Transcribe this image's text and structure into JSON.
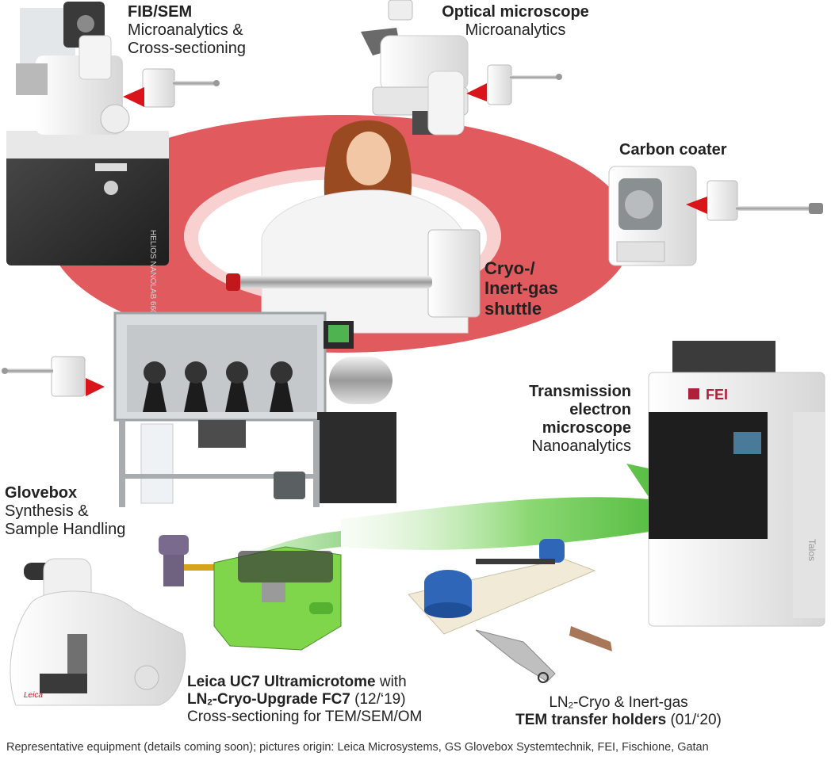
{
  "labels": {
    "fib_sem": {
      "title": "FIB/SEM",
      "line1": "Microanalytics &",
      "line2": "Cross-sectioning"
    },
    "optical": {
      "title": "Optical microscope",
      "line1": "Microanalytics"
    },
    "carbon": {
      "title": "Carbon coater"
    },
    "shuttle": {
      "line1": "Cryo-/",
      "line2": "Inert-gas",
      "line3": "shuttle"
    },
    "tem": {
      "line1": "Transmission",
      "line2": "electron",
      "line3": "microscope",
      "line4": "Nanoanalytics"
    },
    "glovebox": {
      "title": "Glovebox",
      "line1": "Synthesis &",
      "line2": "Sample Handling"
    },
    "leica": {
      "title_bold": "Leica UC7 Ultramicrotome",
      "title_tail": " with",
      "line2_bold_a": "LN",
      "line2_sub": "2",
      "line2_bold_b": "-Cryo-Upgrade FC7",
      "line2_tail": " (12/‘19)",
      "line3": "Cross-sectioning for TEM/SEM/OM"
    },
    "holders": {
      "line1_a": "LN",
      "line1_sub": "2",
      "line1_b": "-Cryo & Inert-gas",
      "line2_bold": "TEM transfer holders",
      "line2_tail": " (01/‘20)"
    }
  },
  "device_text": {
    "helios": "HELIOS NANOLAB 660",
    "fei": "FEI",
    "talos": "Talos",
    "leica_brand": "Leica"
  },
  "footer": "Representative equipment (details coming soon); pictures origin: Leica Microsystems, GS Glovebox Systemtechnik, FEI, Fischione, Gatan",
  "colors": {
    "ring": "#e0595c",
    "arrow": "#4fbf37",
    "pointer": "#d9151b",
    "fei_red": "#b0203a"
  }
}
